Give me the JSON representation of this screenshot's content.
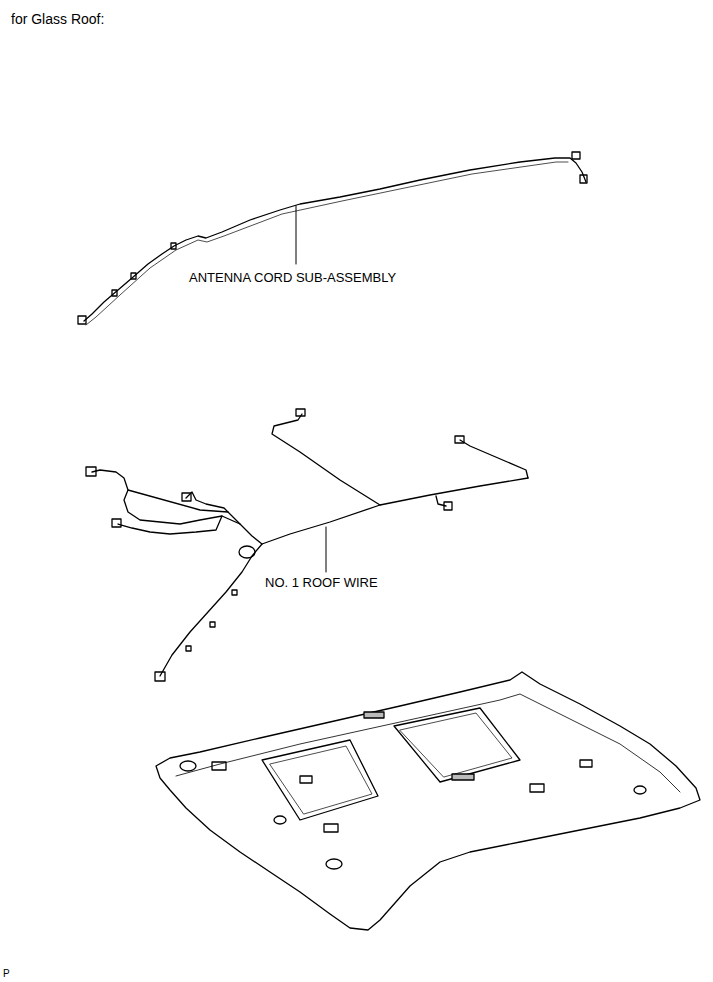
{
  "diagram": {
    "title": "for Glass Roof:",
    "labels": [
      "ANTENNA CORD SUB-ASSEMBLY",
      "NO. 1 ROOF WIRE",
      "P"
    ]
  }
}
